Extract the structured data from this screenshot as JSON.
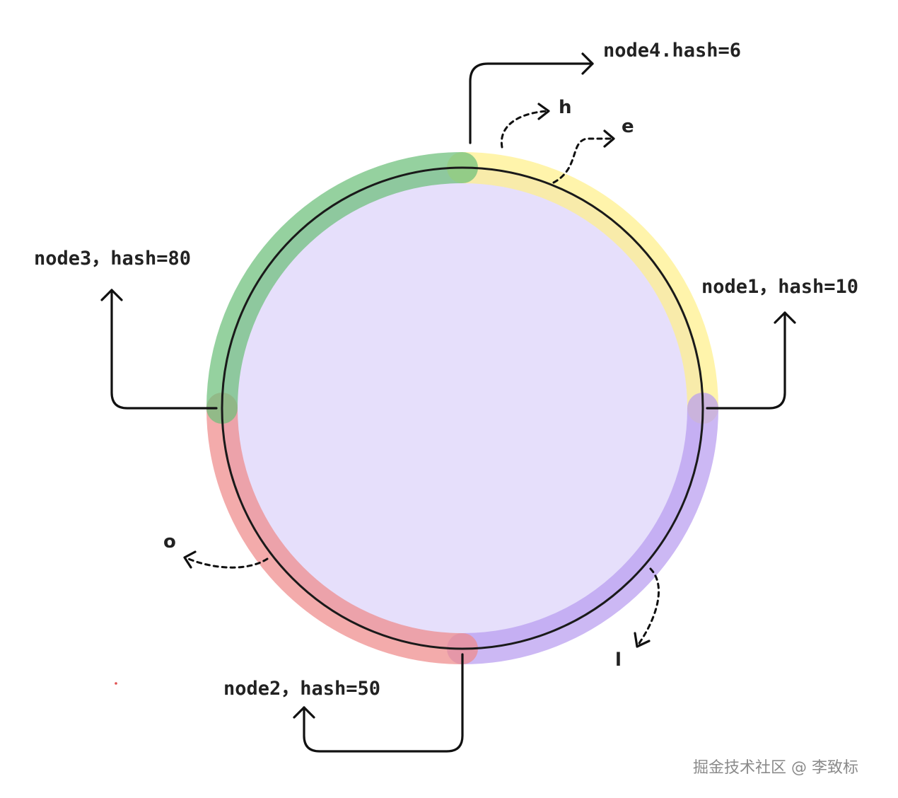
{
  "colors": {
    "ring_fill": "#e6dffb",
    "ring_stroke": "#1a1a1a",
    "node4_segment": "#fff08a",
    "node1_segment": "#b99cf0",
    "node2_segment": "#ef8a8a",
    "node3_segment": "#6cbf7a",
    "text": "#222222",
    "watermark": "#8a8a8a"
  },
  "nodes": [
    {
      "id": "node4",
      "label": "node4.hash=6"
    },
    {
      "id": "node1",
      "label": "node1，hash=10"
    },
    {
      "id": "node2",
      "label": "node2，hash=50"
    },
    {
      "id": "node3",
      "label": "node3，hash=80"
    }
  ],
  "keys": [
    {
      "id": "h",
      "label": "h"
    },
    {
      "id": "e",
      "label": "e"
    },
    {
      "id": "l",
      "label": "l"
    },
    {
      "id": "o",
      "label": "o"
    }
  ],
  "watermark": "掘金技术社区 @ 李致标"
}
